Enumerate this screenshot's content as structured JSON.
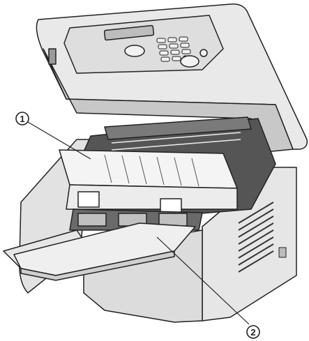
{
  "callouts": [
    {
      "id": "callout-1",
      "label": "1"
    },
    {
      "id": "callout-2",
      "label": "2"
    }
  ],
  "colors": {
    "body": "#e9e9e9",
    "body_shade": "#c8c8c8",
    "dark": "#555555",
    "line": "#222222",
    "cartridge": "#f4f4f4"
  }
}
